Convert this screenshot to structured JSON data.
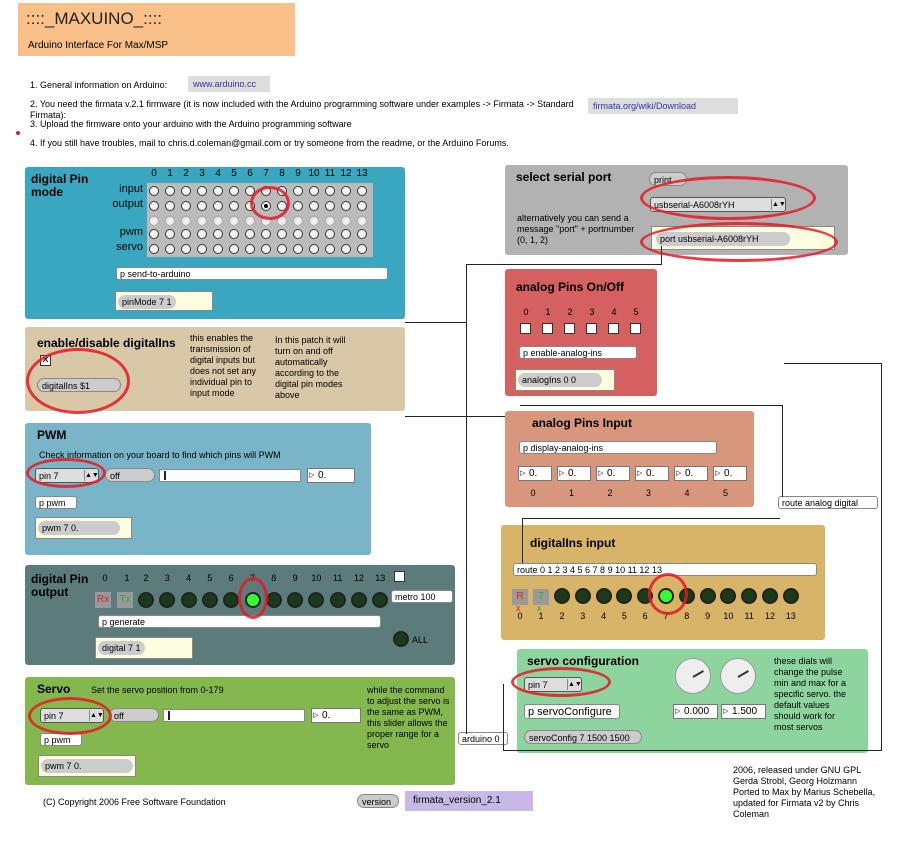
{
  "header": {
    "title": "::::_MAXUINO_::::",
    "subtitle": "Arduino Interface For Max/MSP"
  },
  "info": {
    "line1": "1. General information on Arduino:",
    "link1": "www.arduino.cc",
    "line2": "2. You need the firmata v.2.1 firmware (it is now included with the Arduino programming software under examples -> Firmata -> Standard Firmata):",
    "link2": "firmata.org/wiki/Download",
    "line3": "3. Upload the firmware onto your arduino with the Arduino programming software",
    "line4": "4. If you still have troubles, mail to chris.d.coleman@gmail.com or try someone from the readme, or the Arduino Forums."
  },
  "digital_mode": {
    "title": "digital Pin mode",
    "pins": [
      "0",
      "1",
      "2",
      "3",
      "4",
      "5",
      "6",
      "7",
      "8",
      "9",
      "10",
      "11",
      "12",
      "13"
    ],
    "rows": [
      "input",
      "output",
      "",
      "pwm",
      "servo"
    ],
    "selected": {
      "row": 1,
      "col": 7
    },
    "subpatch": "p send-to-arduino",
    "message": "pinMode 7 1"
  },
  "enable": {
    "title": "enable/disable digitalIns",
    "message": "digitalIns $1",
    "desc1": "this enables the transmission of digital inputs but does not set any individual pin to input mode",
    "desc2": "In this patch it will turn on and off automatically according to the digital pin modes above"
  },
  "pwm": {
    "title": "PWM",
    "desc": "Check information on your board to find which pins will PWM",
    "pin_menu": "pin 7",
    "off": "off",
    "value": "0.",
    "subpatch": "p pwm",
    "message": "pwm 7 0."
  },
  "digital_out": {
    "title": "digital Pin output",
    "pins": [
      "0",
      "1",
      "2",
      "3",
      "4",
      "5",
      "6",
      "7",
      "8",
      "9",
      "10",
      "11",
      "12",
      "13"
    ],
    "rx": "Rx",
    "tx": "Tx",
    "lit": 7,
    "metro": "metro 100",
    "all": "ALL",
    "subpatch": "p generate",
    "message": "digital 7 1"
  },
  "servo": {
    "title": "Servo",
    "desc": "Set the servo position from 0-179",
    "pin_menu": "pin 7",
    "off": "off",
    "value": "0.",
    "subpatch": "p pwm",
    "message": "pwm 7 0.",
    "note": "while the command to adjust the servo is the same as PWM, this slider allows the proper range for a servo"
  },
  "copyright": "(C) Copyright 2006 Free Software Foundation",
  "version": {
    "button": "version",
    "value": "firmata_version_2.1"
  },
  "serial": {
    "title": "select serial port",
    "print": "print",
    "port_menu": "usbserial-A6008rYH",
    "desc": "alternatively you can send a message \"port\" + portnumber (0, 1, 2)",
    "message": "port usbserial-A6008rYH"
  },
  "analog_onoff": {
    "title": "analog Pins On/Off",
    "pins": [
      "0",
      "1",
      "2",
      "3",
      "4",
      "5"
    ],
    "subpatch": "p enable-analog-ins",
    "message": "analogIns 0 0"
  },
  "analog_input": {
    "title": "analog Pins Input",
    "subpatch": "p display-analog-ins",
    "values": [
      "0.",
      "0.",
      "0.",
      "0.",
      "0.",
      "0."
    ],
    "labels": [
      "0",
      "1",
      "2",
      "3",
      "4",
      "5"
    ]
  },
  "route_analog": "route analog digital",
  "digital_input": {
    "title": "digitalIns input",
    "route": "route 0 1 2 3 4 5 6 7 8 9 10 11 12 13",
    "r": "R",
    "t": "T",
    "rx_mark": "x",
    "tx_mark": "x",
    "labels": [
      "0",
      "1",
      "2",
      "3",
      "4",
      "5",
      "6",
      "7",
      "8",
      "9",
      "10",
      "11",
      "12",
      "13"
    ],
    "lit": 7
  },
  "servo_config": {
    "title": "servo configuration",
    "pin_menu": "pin 7",
    "subpatch": "p servoConfigure",
    "message": "servoConfig 7 1500 1500",
    "min": "0.000",
    "max": "1.500",
    "note": "these dials will change the pulse min and max for a specific servo.  the default values should work for most servos"
  },
  "arduino_obj": "arduino 0",
  "credits": "2006, released under GNU GPL\nGerda Strobl, Georg Holzmann\nPorted to Max by Marius Schebella, updated for Firmata v2 by Chris Coleman",
  "colors": {
    "header": "#f9c08a",
    "digital_mode": "#3aa7c0",
    "enable": "#d8c8a8",
    "pwm": "#7ab4c8",
    "digital_out": "#5c7b7b",
    "servo": "#84b84e",
    "serial": "#b2b2b2",
    "analog_onoff": "#d46060",
    "analog_input": "#d8967c",
    "digital_input": "#d8b468",
    "servo_config": "#8ed49e",
    "annotation": "#e61923"
  }
}
